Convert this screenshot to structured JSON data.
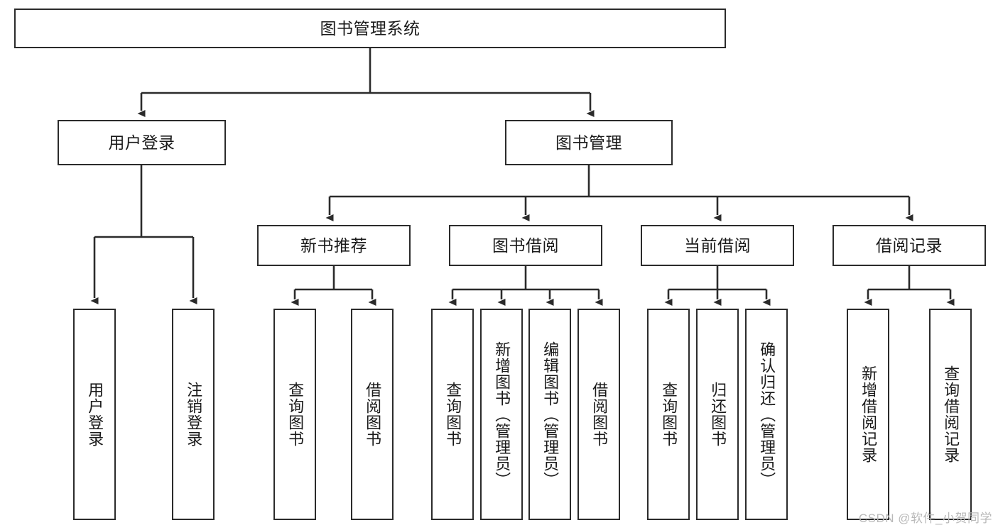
{
  "diagram": {
    "type": "tree",
    "title": "图书管理系统",
    "stroke_color": "#2b2b2b",
    "background_color": "#ffffff",
    "text_color": "#1a1a1a"
  },
  "root": {
    "label": "图书管理系统"
  },
  "level2": [
    {
      "label": "用户登录"
    },
    {
      "label": "图书管理"
    }
  ],
  "level3": [
    {
      "label": "新书推荐"
    },
    {
      "label": "图书借阅"
    },
    {
      "label": "当前借阅"
    },
    {
      "label": "借阅记录"
    }
  ],
  "leaves": {
    "user_login": [
      {
        "label": "用户登录"
      },
      {
        "label": "注销登录"
      }
    ],
    "new_book": [
      {
        "label": "查询图书"
      },
      {
        "label": "借阅图书"
      }
    ],
    "borrow_book": [
      {
        "label": "查询图书"
      },
      {
        "label": "新增图书（管理员）"
      },
      {
        "label": "编辑图书（管理员）"
      },
      {
        "label": "借阅图书"
      }
    ],
    "current_borrow": [
      {
        "label": "查询图书"
      },
      {
        "label": "归还图书"
      },
      {
        "label": "确认归还（管理员）"
      }
    ],
    "borrow_record": [
      {
        "label": "新增借阅记录"
      },
      {
        "label": "查询借阅记录"
      }
    ]
  },
  "watermark": {
    "text": "CSDN @软件_小贺同学",
    "color": "#b9b9b9"
  }
}
